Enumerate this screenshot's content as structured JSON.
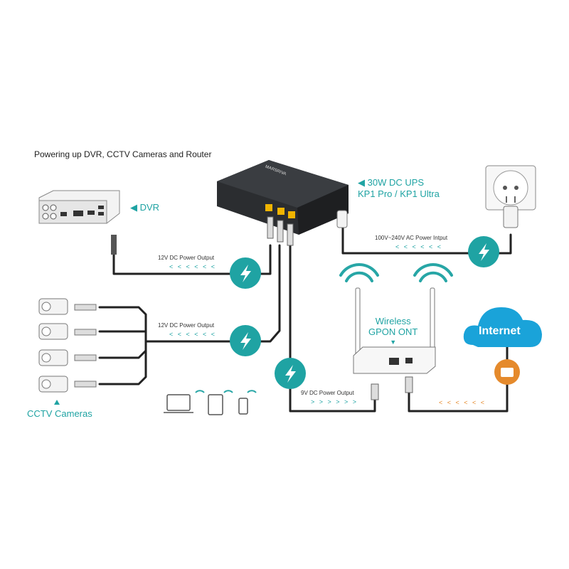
{
  "heading": "Powering up DVR, CCTV Cameras and Router",
  "ups": {
    "line1": "30W DC UPS",
    "line2": "KP1 Pro / KP1 Ultra",
    "brand": "MARSRIVA"
  },
  "dvr": {
    "label": "DVR"
  },
  "cctv": {
    "label": "CCTV Cameras"
  },
  "ont": {
    "line1": "Wireless",
    "line2": "GPON ONT"
  },
  "internet": {
    "label": "Internet"
  },
  "outputs": {
    "dvr_output": "12V DC Power Output",
    "cctv_output": "12V DC Power Output",
    "ont_output": "9V DC Power Output",
    "ac_input": "100V~240V AC Power Intput"
  },
  "arrows": {
    "left": "< < < < < <",
    "right": "> > > > > >",
    "orange": "< < < < < <"
  },
  "colors": {
    "accent": "#1fa3a3",
    "orange": "#e58a2c",
    "cloud": "#1aa3d9"
  }
}
